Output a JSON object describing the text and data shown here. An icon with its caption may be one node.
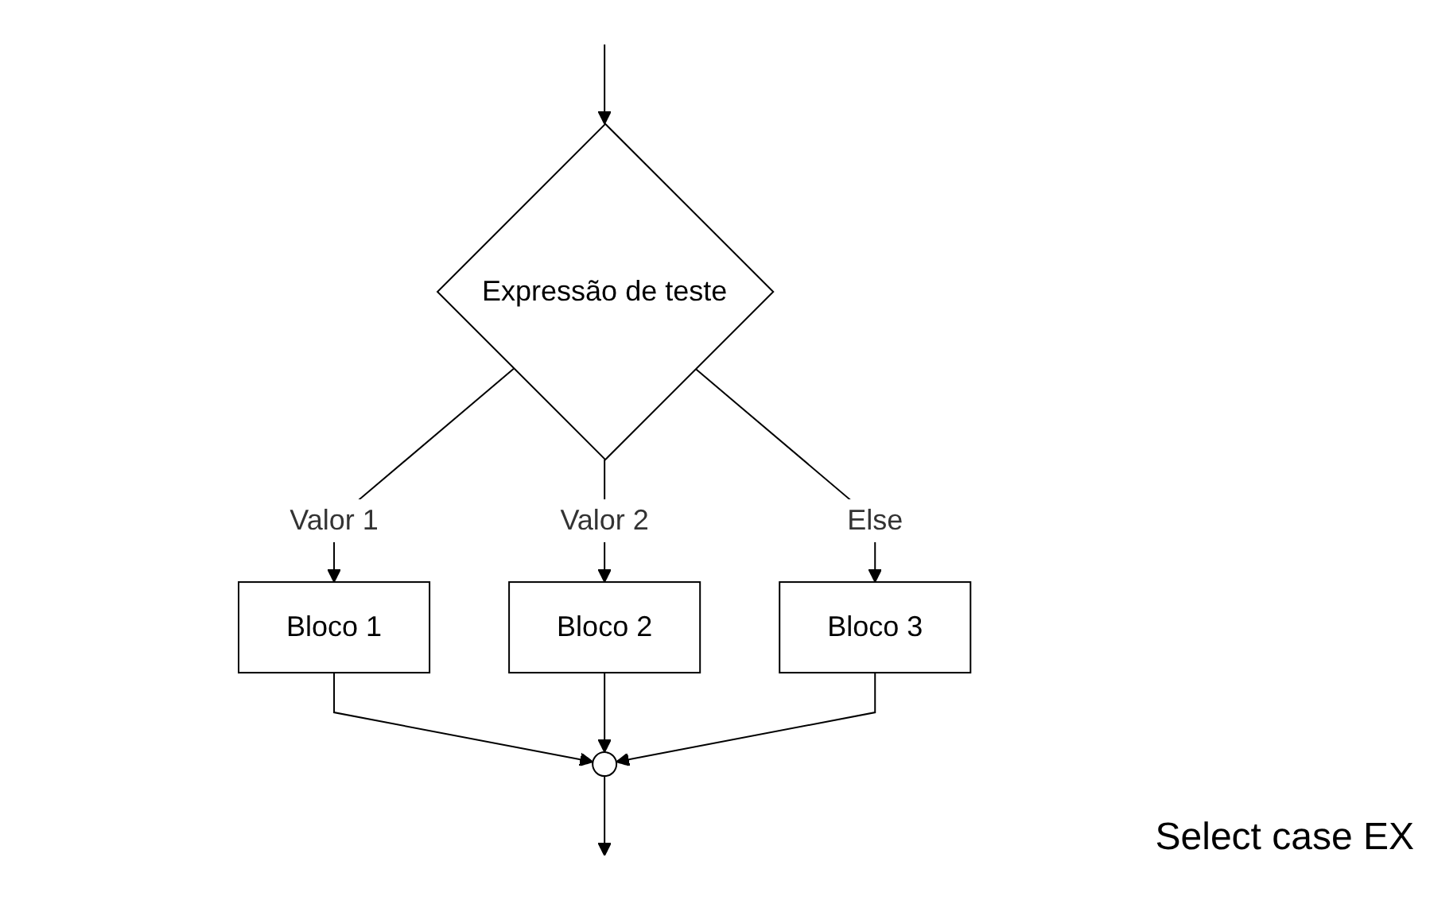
{
  "diagram": {
    "nodes": [
      {
        "text": [
          "Expressão de teste"
        ]
      },
      {
        "text": [
          "Bloco 1"
        ]
      },
      {
        "text": [
          "Bloco 2"
        ]
      },
      {
        "text": [
          "Bloco 3"
        ]
      },
      {
        "text": [],
        "shape": "circle"
      }
    ],
    "edges": [
      {
        "from": null,
        "to": 0,
        "arrow": "to"
      },
      {
        "from": 0,
        "to": 1,
        "label": "Valor 1",
        "arrow": "to"
      },
      {
        "from": 0,
        "to": 2,
        "label": "Valor 2",
        "arrow": "to"
      },
      {
        "from": 0,
        "to": 3,
        "label": "Else",
        "arrow": "to"
      },
      {
        "from": 1,
        "to": 4,
        "arrow": "to"
      },
      {
        "from": 2,
        "to": 4,
        "arrow": "to"
      },
      {
        "from": 3,
        "to": 4,
        "arrow": "to"
      },
      {
        "from": 4,
        "to": null,
        "arrow": "to"
      }
    ],
    "labels": [
      "Select case EX"
    ]
  }
}
